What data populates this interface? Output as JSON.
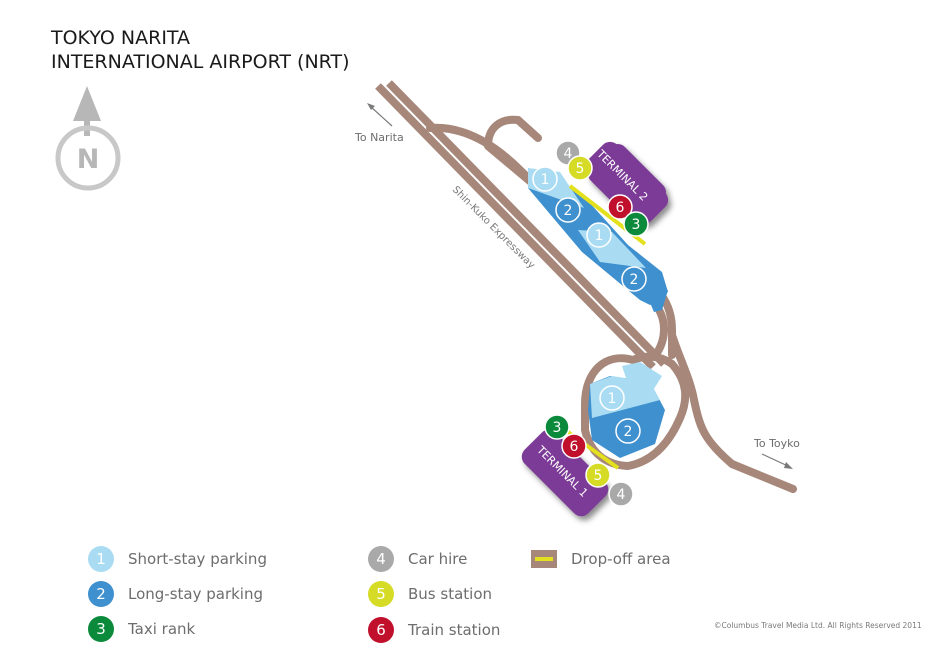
{
  "title": {
    "line1": "TOKYO NARITA",
    "line2": "INTERNATIONAL AIRPORT (NRT)"
  },
  "compass": {
    "label": "N",
    "icon": "north-arrow-icon"
  },
  "roads": {
    "to_narita": "To Narita",
    "to_tokyo": "To Toyko",
    "expressway": "Shin-Kuko Expressway"
  },
  "terminals": {
    "terminal1": "TERMINAL 1",
    "terminal2": "TERMINAL 2"
  },
  "markers": {
    "short_stay": "1",
    "long_stay": "2",
    "taxi": "3",
    "car_hire": "4",
    "bus": "5",
    "train": "6"
  },
  "legend": [
    {
      "number": "1",
      "label": "Short-stay parking",
      "color": "#a9dcf3"
    },
    {
      "number": "2",
      "label": "Long-stay parking",
      "color": "#3f90cf"
    },
    {
      "number": "3",
      "label": "Taxi rank",
      "color": "#0b8a3c"
    },
    {
      "number": "4",
      "label": "Car hire",
      "color": "#a9a9a9"
    },
    {
      "number": "5",
      "label": "Bus station",
      "color": "#d6db25"
    },
    {
      "number": "6",
      "label": "Train station",
      "color": "#c0102c"
    },
    {
      "label": "Drop-off area",
      "color": "#e3e01d"
    }
  ],
  "colors": {
    "road": "#a6877a",
    "terminal": "#7b3a96",
    "short_stay": "#a9dcf3",
    "long_stay": "#3f90cf",
    "taxi": "#0b8a3c",
    "car_hire": "#a9a9a9",
    "bus": "#d6db25",
    "train": "#c0102c",
    "dropoff": "#e3e01d"
  },
  "copyright": "©Columbus Travel Media Ltd. All Rights Reserved 2011"
}
